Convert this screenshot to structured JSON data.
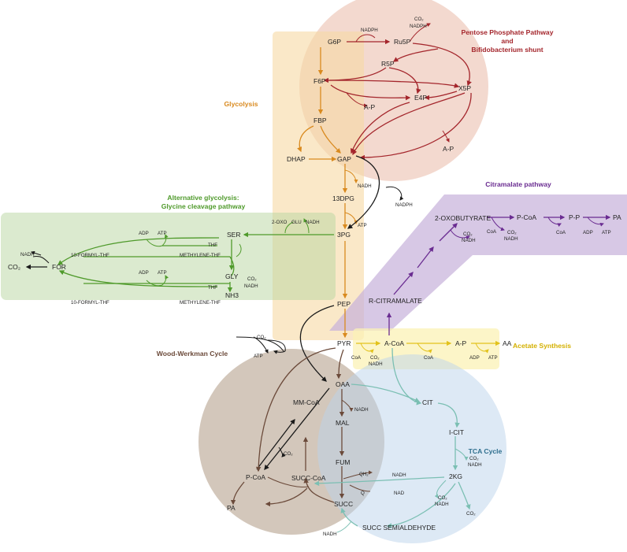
{
  "colors": {
    "ppp": "#a4262c",
    "glycolysis": "#d98a1f",
    "glycine": "#4f9a2b",
    "citramalate": "#6a2c91",
    "acetate": "#e2c21c",
    "wood_werkman": "#6b4a3a",
    "tca": "#7bbfb3",
    "black": "#1a1a1a"
  },
  "titles": {
    "ppp_line1": "Pentose Phosphate Pathway",
    "ppp_line2": "and",
    "ppp_line3": "Bifidobacterium shunt",
    "glycolysis": "Glycolysis",
    "alt_line1": "Alternative glycolysis:",
    "alt_line2": "Glycine cleavage pathway",
    "citramalate": "Citramalate pathway",
    "acetate": "Acetate Synthesis",
    "wood_werkman": "Wood-Werkman Cycle",
    "tca": "TCA Cycle"
  },
  "metabolites": {
    "g6p": "G6P",
    "ru5p": "Ru5P",
    "r5p": "R5P",
    "x5p": "X5P",
    "f6p": "F6P",
    "e4p": "E4P",
    "fbp": "FBP",
    "dhap": "DHAP",
    "gap": "GAP",
    "dpg13": "13DPG",
    "pg3": "3PG",
    "pep": "PEP",
    "pyr": "PYR",
    "acoa": "A-CoA",
    "ap": "A-P",
    "aa": "AA",
    "ser": "SER",
    "gly": "GLY",
    "nh3": "NH3",
    "for": "FOR",
    "thf": "THF",
    "formyl_thf": "10-FORMYL-THF",
    "methylene_thf": "METHYLENE-THF",
    "oxo2": "2-OXO",
    "glu": "GLU",
    "citramalate": "R-CITRAMALATE",
    "oxobutyrate": "2-OXOBUTYRATE",
    "pcoa": "P-CoA",
    "pp": "P-P",
    "pa": "PA",
    "oaa": "OAA",
    "mal": "MAL",
    "fum": "FUM",
    "succ": "SUCC",
    "succcoa": "SUCC-CoA",
    "mmcoa": "MM-CoA",
    "cit": "CIT",
    "icit": "I-CIT",
    "kg2": "2KG",
    "succ_semi": "SUCC SEMIALDEHYDE"
  },
  "cofactors": {
    "nadph": "NADPH",
    "nadh": "NADH",
    "nad": "NAD",
    "co2": "CO₂",
    "atp": "ATP",
    "adp": "ADP",
    "coa": "CoA",
    "qh2": "QH₂",
    "q": "Q",
    "ap": "A-P"
  }
}
